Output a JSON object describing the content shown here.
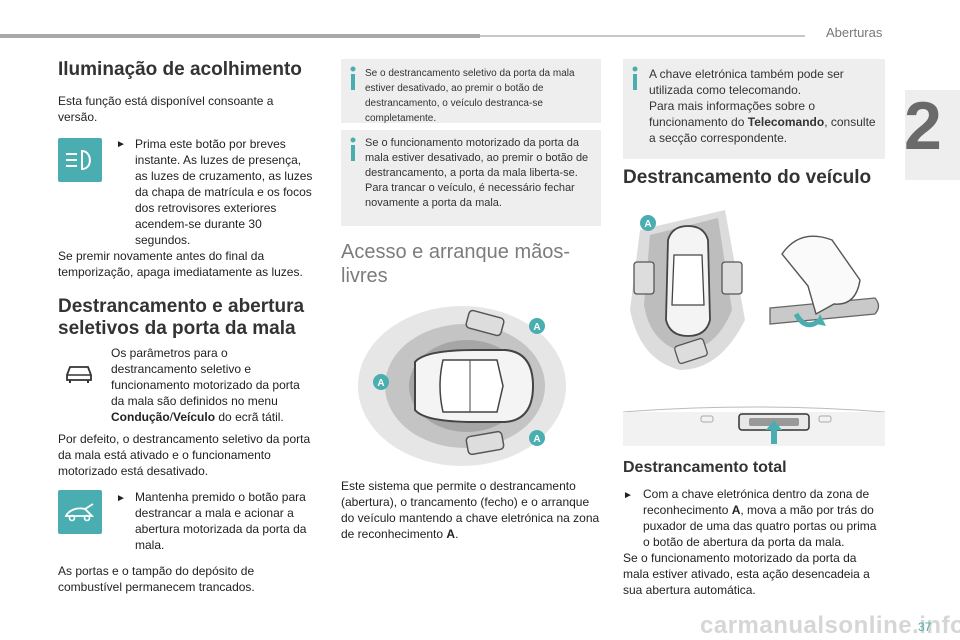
{
  "header": {
    "section": "Aberturas",
    "chapter": "2",
    "page_number": "37"
  },
  "col1": {
    "title1": "Iluminação de acolhimento",
    "intro": "Esta função está disponível consoante a versão.",
    "bullet1": "Prima este botão por breves instante. As luzes de presença, as luzes de cruzamento, as luzes da chapa de matrícula e os focos dos retrovisores exteriores acendem-se durante 30 segundos.",
    "after1": "Se premir novamente antes do final da temporização, apaga imediatamente as luzes.",
    "title2": "Destrancamento e abertura seletivos da porta da mala",
    "param_text_a": "Os parâmetros para o destrancamento seletivo e funcionamento motorizado da porta da mala são definidos no menu ",
    "param_bold_1": "Condução",
    "param_sep": "/",
    "param_bold_2": "Veículo",
    "param_text_b": " do ecrã tátil.",
    "default_text": "Por defeito, o destrancamento seletivo da porta da mala está ativado e o funcionamento motorizado está desativado.",
    "bullet2": "Mantenha premido o botão para destrancar a mala e acionar a abertura motorizada da porta da mala.",
    "closing": "As portas e o tampão do depósito de combustível permanecem trancados."
  },
  "col2": {
    "info1": "Se o destrancamento seletivo da porta da mala estiver desativado, ao premir o botão de destrancamento, o veículo destranca-se completamente.",
    "info2": "Se o funcionamento motorizado da porta da mala estiver desativado, ao premir o botão de destrancamento, a porta da mala liberta-se. Para trancar o veículo, é necessário fechar novamente a porta da mala.",
    "title": "Acesso e arranque mãos-livres",
    "desc_a": "Este sistema que permite o destrancamento (abertura), o trancamento (fecho) e o arranque do veículo mantendo a chave eletrónica na zona de reconhecimento ",
    "desc_bold": "A",
    "desc_b": ".",
    "zone_label": "A"
  },
  "col3": {
    "info_a": "A chave eletrónica também pode ser utilizada como telecomando.",
    "info_b": "Para mais informações sobre o funcionamento do ",
    "info_bold": "Telecomando",
    "info_c": ", consulte a secção correspondente.",
    "title": "Destrancamento do veículo",
    "zone_label": "A",
    "subtitle": "Destrancamento total",
    "bullet_a": "Com a chave eletrónica dentro da zona de reconhecimento ",
    "bullet_bold": "A",
    "bullet_b": ", mova a mão por trás do puxador de uma das quatro portas ou prima o botão de abertura da porta da mala.",
    "after": "Se o funcionamento motorizado da porta da mala estiver ativado, esta ação desencadeia a sua abertura automática."
  },
  "footer": {
    "logo": "carmanualsonline.info"
  },
  "icons": {
    "bullet": "arrow-bullet-icon",
    "info": "info-icon",
    "lights": "headlamp-button-icon",
    "car": "car-settings-icon",
    "tailgate": "tailgate-button-icon"
  },
  "colors": {
    "accent": "#4aaeb0",
    "info_bg": "#eeeeee",
    "heading": "#333333"
  }
}
